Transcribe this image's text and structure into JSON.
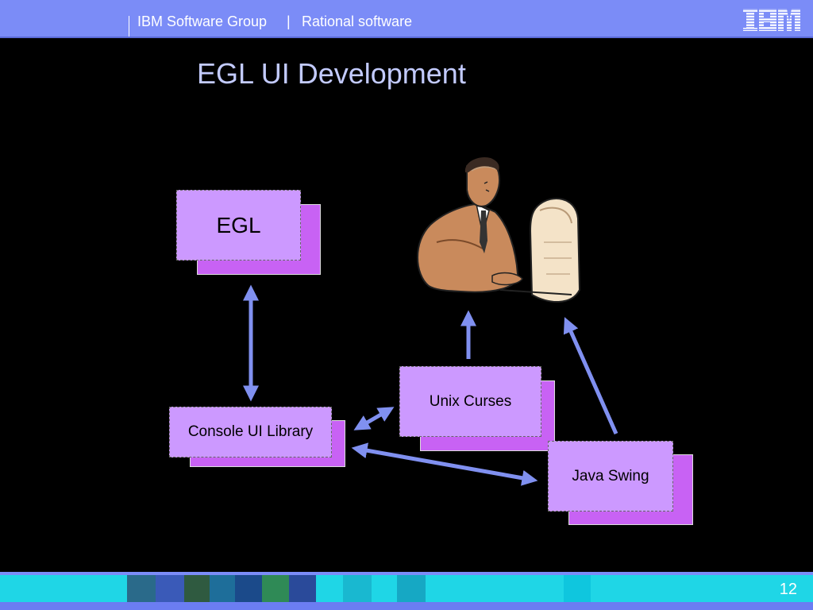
{
  "header": {
    "group": "IBM Software Group",
    "separator": "|",
    "product": "Rational software",
    "logo": "IBM"
  },
  "title": "EGL UI Development",
  "diagram": {
    "nodes": {
      "egl": "EGL",
      "console_ui": "Console UI Library",
      "unix_curses": "Unix Curses",
      "java_swing": "Java Swing"
    },
    "edges": [
      {
        "from": "EGL",
        "to": "Console UI Library",
        "direction": "both"
      },
      {
        "from": "Console UI Library",
        "to": "Unix Curses",
        "direction": "both"
      },
      {
        "from": "Console UI Library",
        "to": "Java Swing",
        "direction": "both"
      },
      {
        "from": "Unix Curses",
        "to": "user-at-computer",
        "direction": "forward"
      },
      {
        "from": "Java Swing",
        "to": "user-at-computer",
        "direction": "forward"
      }
    ],
    "clipart": "user-at-computer-icon",
    "colors": {
      "box_front": "#cc99ff",
      "box_back": "#c862f4",
      "arrow": "#8090f0",
      "title": "#c3cbff",
      "header": "#7b8cf7"
    }
  },
  "footer": {
    "page": "12"
  }
}
